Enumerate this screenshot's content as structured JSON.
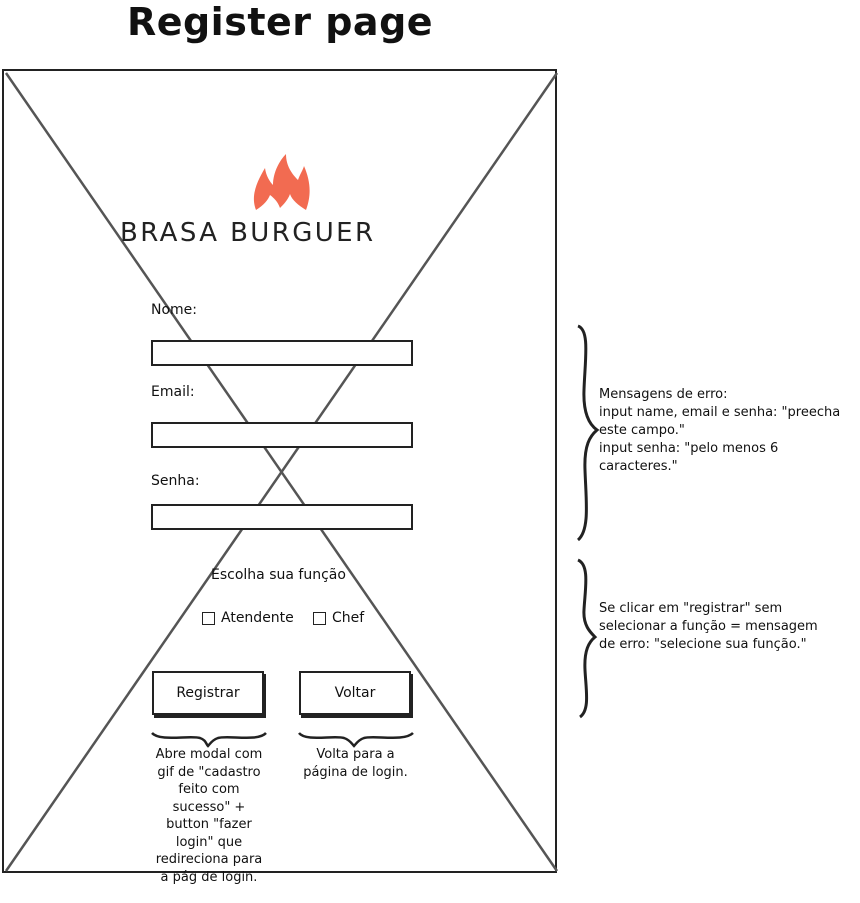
{
  "page_title": "Register page",
  "brand": {
    "name": "BRASA BURGUER",
    "flame_color": "#f26b51"
  },
  "form": {
    "name_label": "Nome:",
    "email_label": "Email:",
    "password_label": "Senha:",
    "name_value": "",
    "email_value": "",
    "password_value": ""
  },
  "role": {
    "title": "Escolha sua função",
    "options": [
      "Atendente",
      "Chef"
    ]
  },
  "buttons": {
    "register_label": "Registrar",
    "back_label": "Voltar"
  },
  "annotations": {
    "register_note": "Abre modal com gif de \"cadastro feito com sucesso\" + button \"fazer login\" que redireciona para a pág de login.",
    "back_note": "Volta para a página de login.",
    "error_note": "Mensagens de erro:\ninput name, email e senha: \"preecha\neste campo.\"\ninput senha: \"pelo menos 6\ncaracteres.\"",
    "role_note": "Se clicar em \"registrar\" sem\nselecionar a função = mensagem\nde erro: \"selecione sua função.\""
  }
}
